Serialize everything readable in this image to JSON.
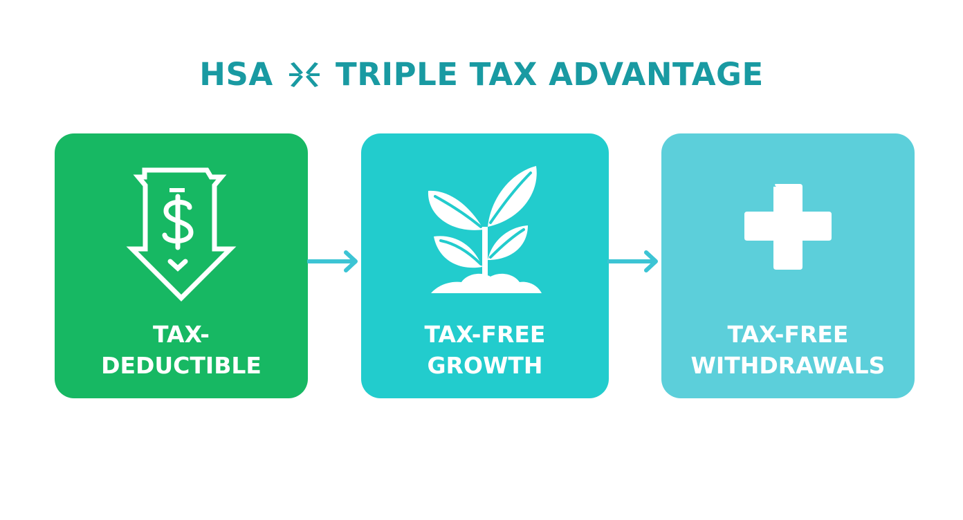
{
  "title": {
    "left": "HSA",
    "separator_icon": "asterisk-sparkle-icon",
    "right": "TRIPLE TAX ADVANTAGE"
  },
  "cards": [
    {
      "icon": "dollar-down-arrow-icon",
      "label_line1": "TAX-",
      "label_line2": "DEDUCTIBLE",
      "color": "#17b863"
    },
    {
      "icon": "sprout-plant-icon",
      "label_line1": "TAX-FREE",
      "label_line2": "GROWTH",
      "color": "#22cccd"
    },
    {
      "icon": "medical-cross-icon",
      "label_line1": "TAX-FREE",
      "label_line2": "WITHDRAWALS",
      "color": "#5ccfda"
    }
  ],
  "arrows": [
    {
      "icon": "right-arrow-icon",
      "color": "#3cc4d4"
    },
    {
      "icon": "right-arrow-icon",
      "color": "#3cc4d4"
    }
  ],
  "colors": {
    "title": "#199aa2",
    "background": "#ffffff",
    "icon_fill": "#ffffff"
  }
}
